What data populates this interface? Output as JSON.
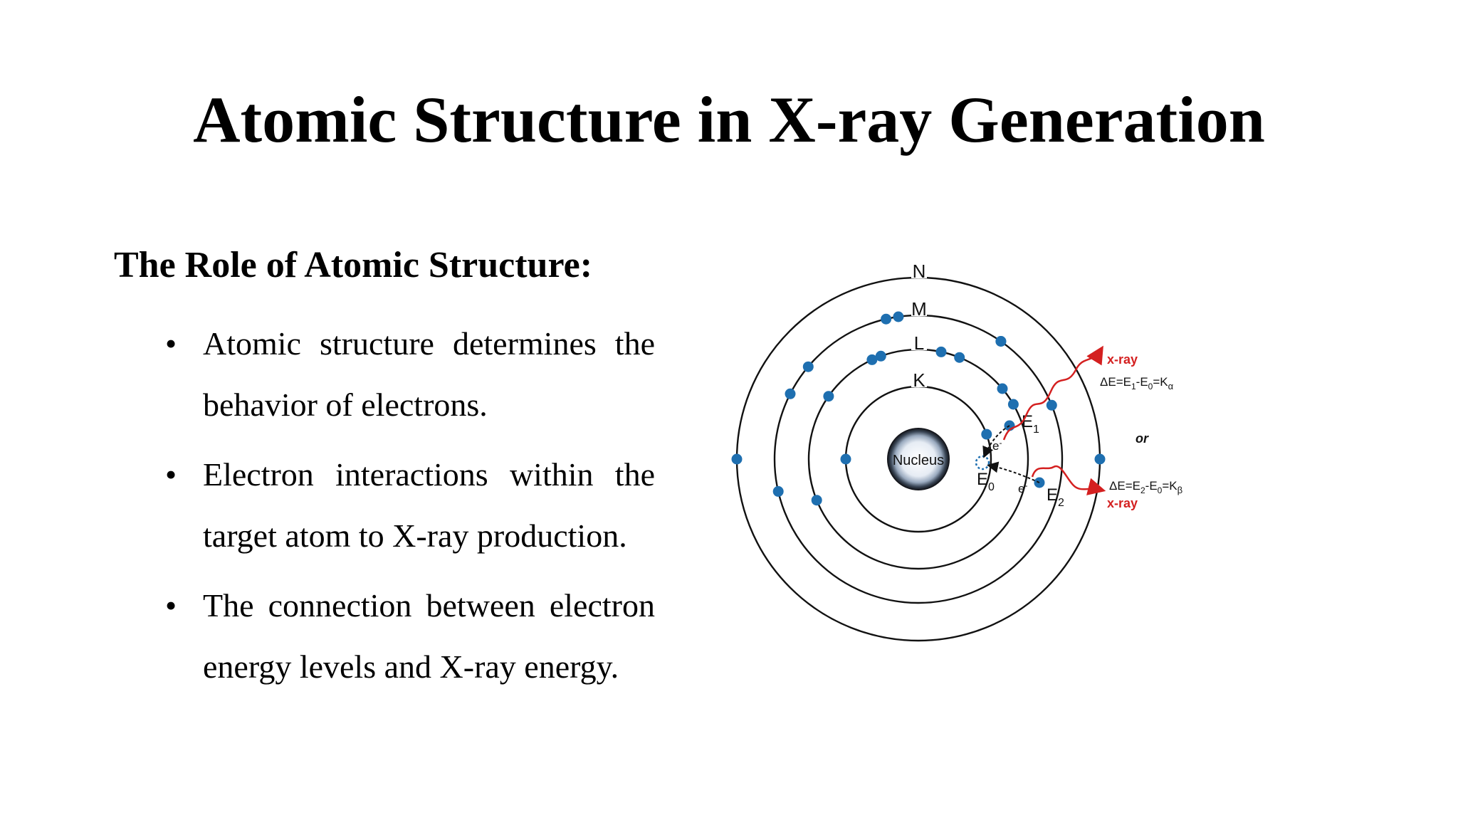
{
  "title": "Atomic Structure in X-ray Generation",
  "section": {
    "heading": "The Role of Atomic Structure:",
    "bullets": [
      "Atomic structure determines the behavior of electrons.",
      "Electron interactions within the target atom to X-ray production.",
      "The connection between electron energy levels and X-ray energy."
    ]
  },
  "diagram": {
    "nucleus_label": "Nucleus",
    "shells": [
      "K",
      "L",
      "M",
      "N"
    ],
    "levels": {
      "e0": "E",
      "e0_sub": "0",
      "e1": "E",
      "e1_sub": "1",
      "e2": "E",
      "e2_sub": "2"
    },
    "electron_label": "e",
    "electron_charge": "-",
    "xray_label_1": "x-ray",
    "xray_label_2": "x-ray",
    "or_label": "or",
    "equation_alpha": {
      "a": "ΔE=E",
      "s1": "1",
      "b": "-E",
      "s2": "0",
      "c": "=K",
      "s3": "α"
    },
    "equation_beta": {
      "a": "ΔE=E",
      "s1": "2",
      "b": "-E",
      "s2": "0",
      "c": "=K",
      "s3": "β"
    },
    "colors": {
      "electron": "#1e6fb0",
      "xray": "#d42020",
      "orbit": "#111111"
    }
  }
}
